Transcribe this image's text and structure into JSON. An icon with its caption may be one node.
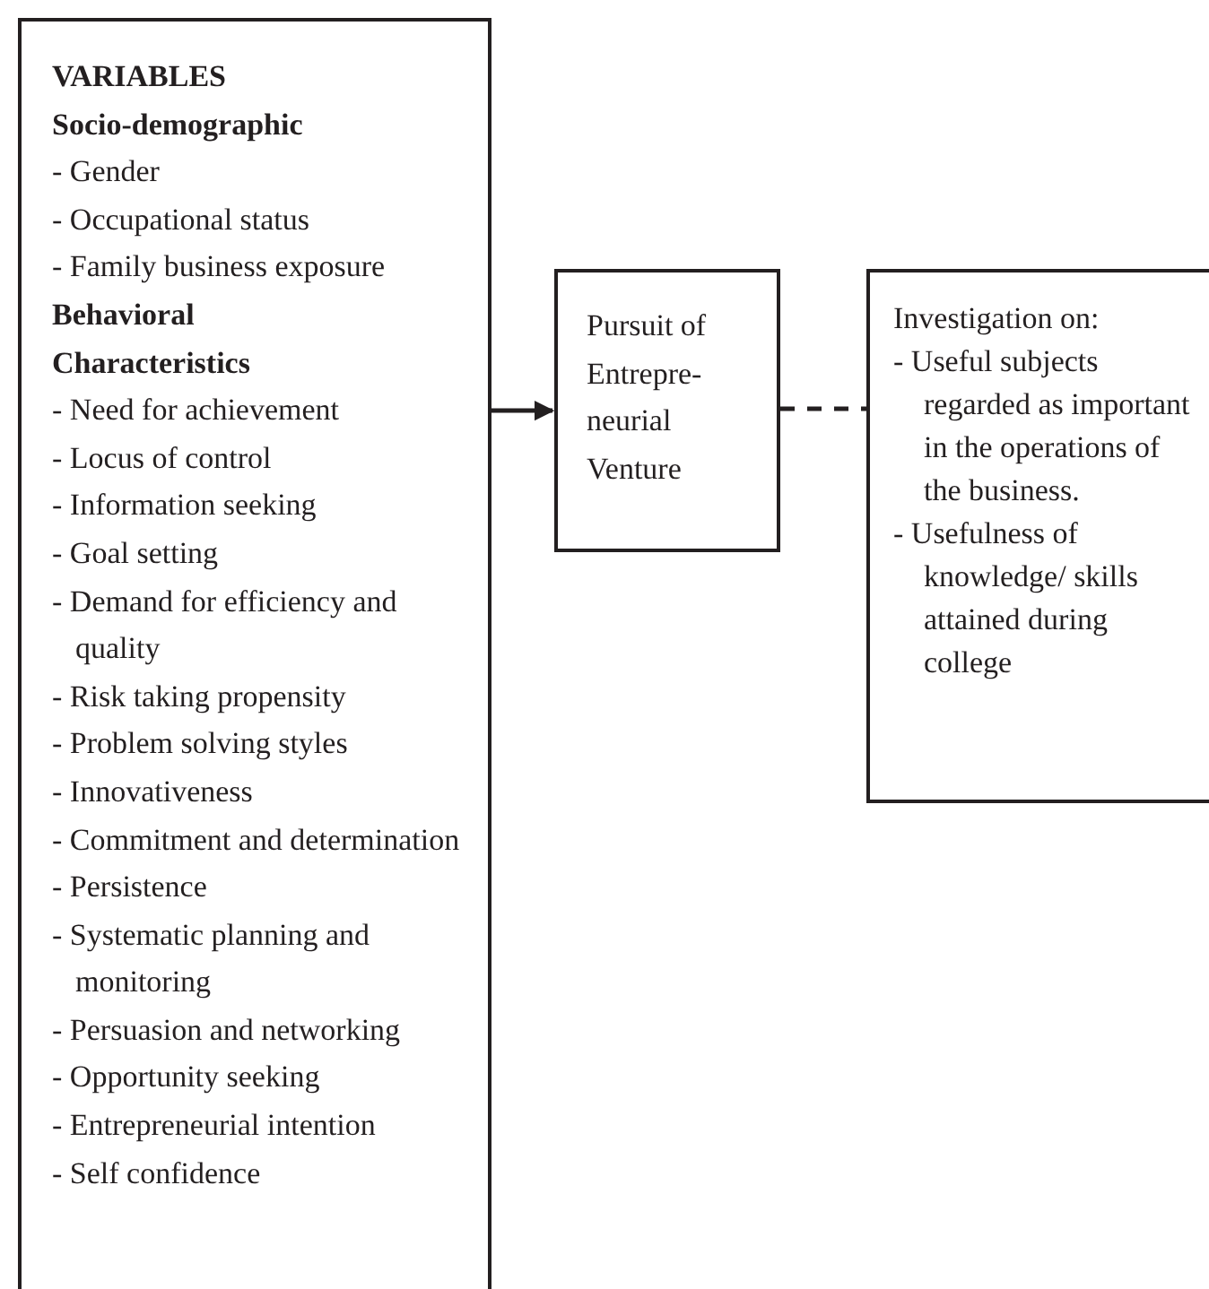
{
  "diagram": {
    "nodes": [
      {
        "text": [
          "VARIABLES",
          "Socio-demographic",
          "- Gender",
          "- Occupational status",
          "- Family business exposure",
          "Behavioral Characteristics",
          "- Need for achievement",
          "- Locus of control",
          "- Information seeking",
          "- Goal setting",
          "- Demand for efficiency and quality",
          "- Risk taking propensity",
          "- Problem solving styles",
          "- Innovativeness",
          "- Commitment and determination",
          "- Persistence",
          "- Systematic planning and monitoring",
          "- Persuasion and networking",
          "- Opportunity seeking",
          "- Entrepreneurial intention",
          "- Self confidence"
        ]
      },
      {
        "text": [
          "Pursuit of Entrepre-neurial Venture"
        ]
      },
      {
        "text": [
          "Investigation on:",
          "- Useful subjects regarded as important in the operations of the business.",
          "- Usefulness of knowledge/ skills attained during college"
        ]
      }
    ],
    "edges": [
      {
        "from": 0,
        "to": 1,
        "arrow": "to"
      },
      {
        "from": 1,
        "to": 2,
        "arrow": "none",
        "style": "dashed"
      }
    ]
  }
}
